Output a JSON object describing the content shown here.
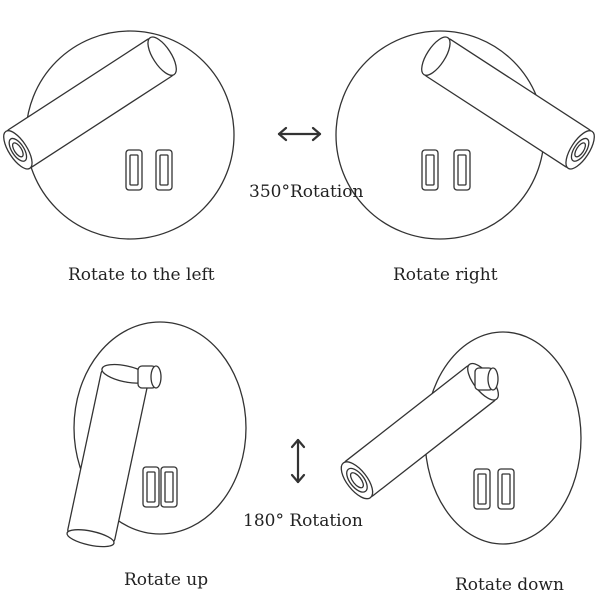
{
  "captions": {
    "rotate_left": "Rotate to the left",
    "rotate_right": "Rotate right",
    "rotate_up": "Rotate up",
    "rotate_down": "Rotate down"
  },
  "annotations": {
    "horizontal_rotation": "350°Rotation",
    "vertical_rotation": "180° Rotation"
  },
  "colors": {
    "line": "#333333",
    "background": "#ffffff"
  }
}
